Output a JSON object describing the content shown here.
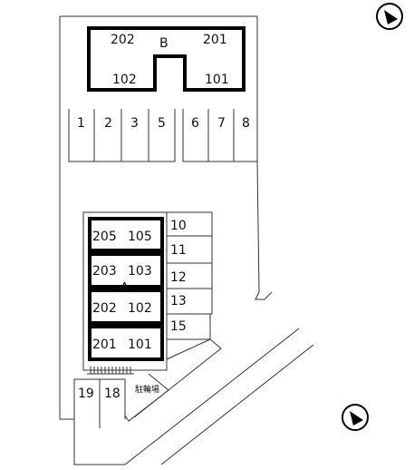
{
  "building_b": {
    "name": "B",
    "units_top": [
      "202",
      "201"
    ],
    "units_bottom": [
      "102",
      "101"
    ]
  },
  "building_a": {
    "name": "A",
    "rows": [
      {
        "upper": "205",
        "lower": "105"
      },
      {
        "upper": "203",
        "lower": "103"
      },
      {
        "upper": "202",
        "lower": "102"
      },
      {
        "upper": "201",
        "lower": "101"
      }
    ]
  },
  "parking_top": [
    "1",
    "2",
    "3",
    "5",
    "6",
    "7",
    "8"
  ],
  "parking_right": [
    "10",
    "11",
    "12",
    "13",
    "15"
  ],
  "parking_bottom": [
    "19",
    "18"
  ],
  "bicycle_parking": "駐輪場",
  "icons": {
    "compass_top": "compass-north-arrow-icon",
    "compass_bottom": "compass-north-arrow-icon"
  }
}
